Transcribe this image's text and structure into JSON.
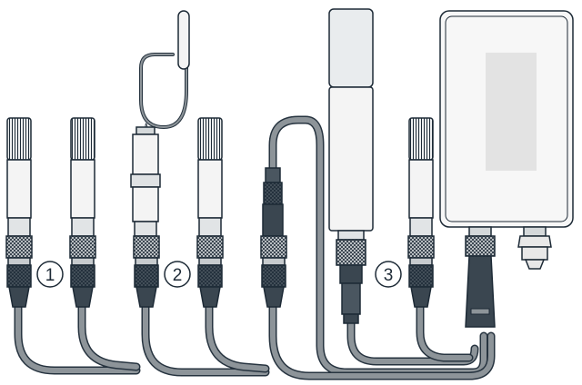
{
  "figure": {
    "subject": "sensor-probes-with-cable-connections",
    "groups": [
      {
        "id": "group-1",
        "badge": "1",
        "components": [
          "humidity-probe",
          "humidity-probe"
        ]
      },
      {
        "id": "group-2",
        "badge": "2",
        "components": [
          "temperature-probe-with-cable",
          "humidity-probe"
        ]
      },
      {
        "id": "group-3",
        "badge": "3",
        "components": [
          "tall-sensor-probe",
          "humidity-probe",
          "transmitter-enclosure"
        ]
      }
    ]
  },
  "colors": {
    "outline": "#1d2a36",
    "cable": "#8d9499",
    "cable_outline": "#26333f",
    "probe_body": "#f4f4f4",
    "probe_tip": "#e9ecee",
    "connector_dark": "#3a4650",
    "connector_mid": "#aeb3b6",
    "enclosure_body": "#f7f7f7",
    "display_panel": "#e3e3e3",
    "gland": "#e8e8e8"
  }
}
